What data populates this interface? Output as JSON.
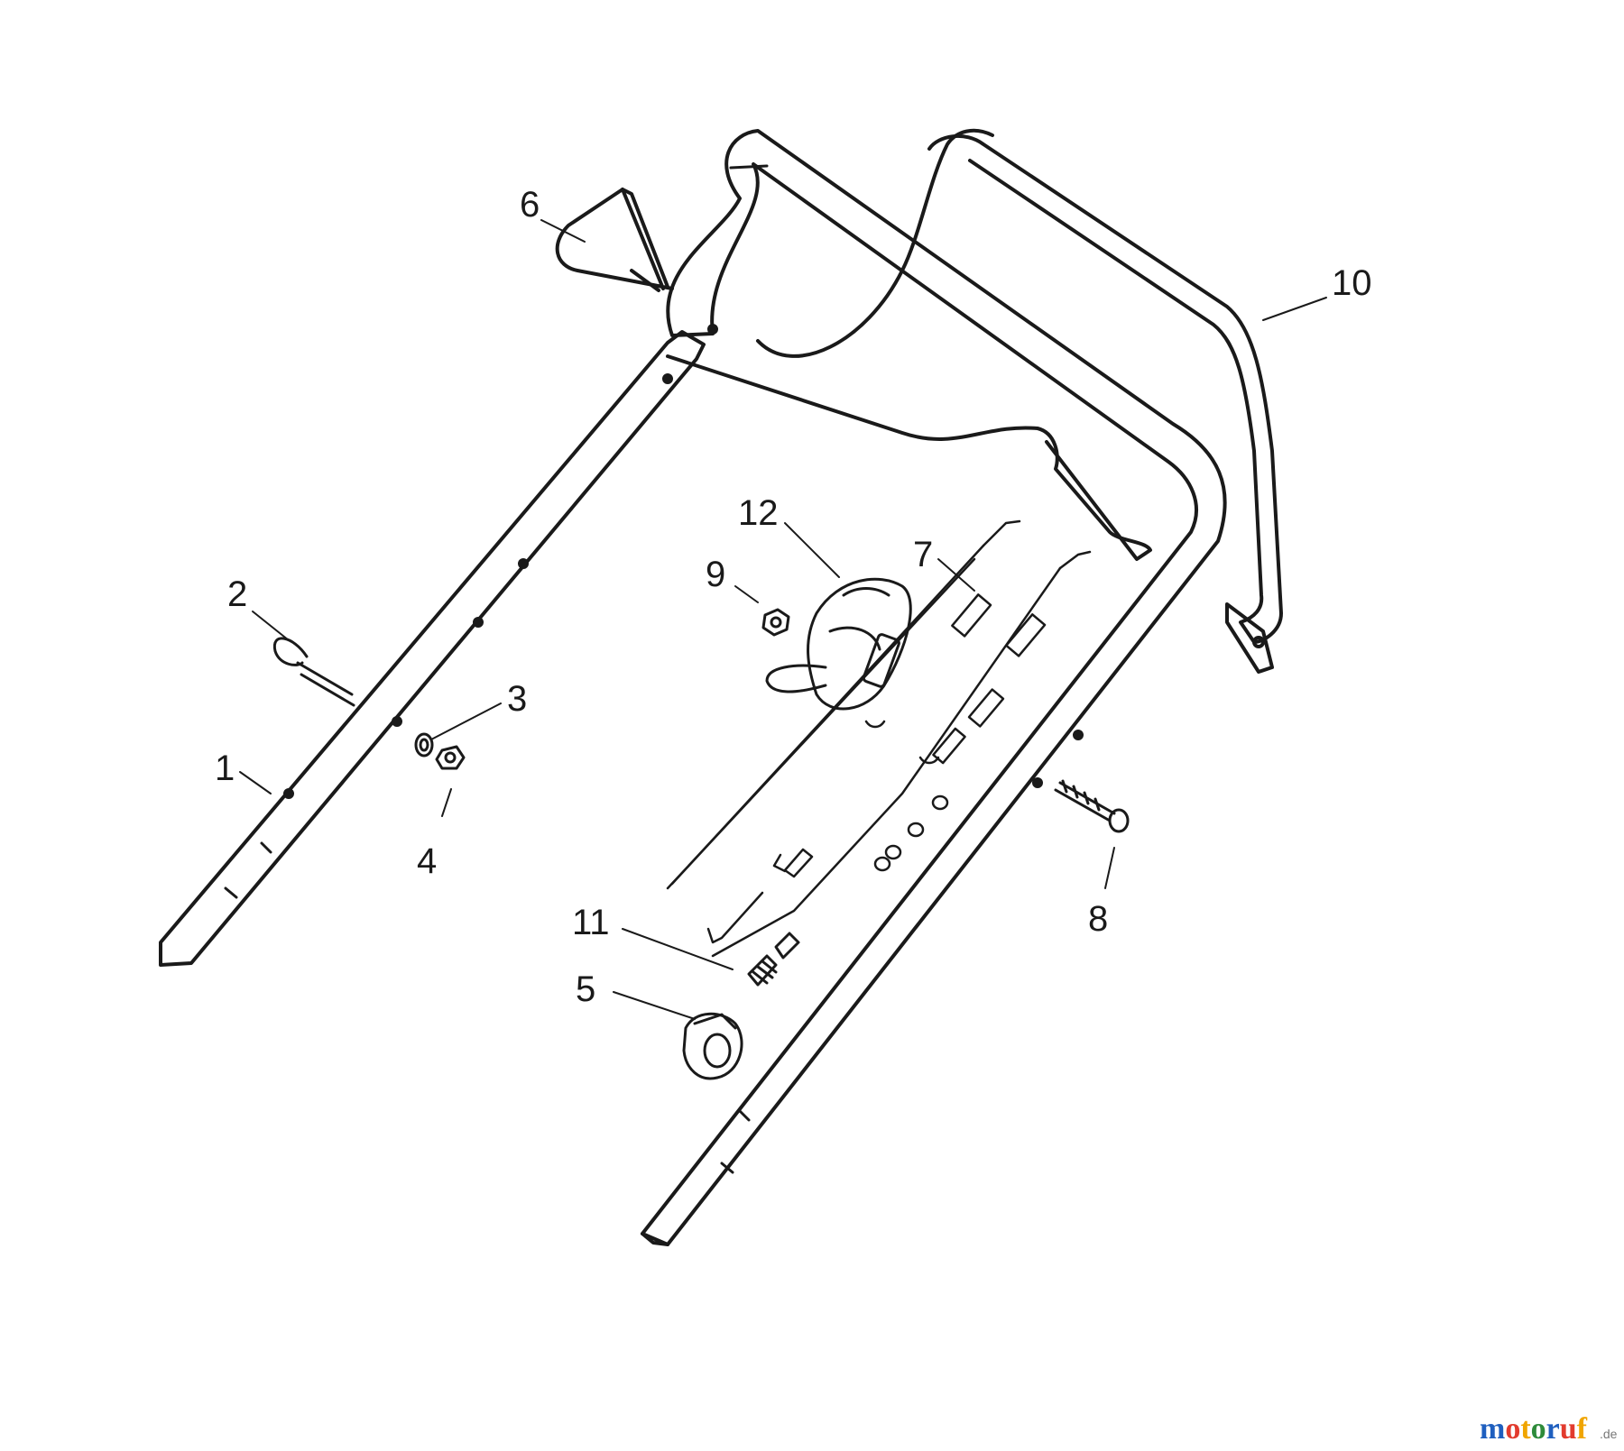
{
  "callouts": [
    {
      "label": "1"
    },
    {
      "label": "2"
    },
    {
      "label": "3"
    },
    {
      "label": "4"
    },
    {
      "label": "5"
    },
    {
      "label": "6"
    },
    {
      "label": "7"
    },
    {
      "label": "8"
    },
    {
      "label": "9"
    },
    {
      "label": "10"
    },
    {
      "label": "11"
    },
    {
      "label": "12"
    }
  ],
  "watermark": {
    "text": "motoruf",
    "suffix": ".de",
    "letter_colors": [
      "#1f5fbf",
      "#e23b2e",
      "#f0a500",
      "#2e8b3a",
      "#1f5fbf",
      "#e23b2e",
      "#f0a500"
    ]
  },
  "colors": {
    "line": "#1a1a1a",
    "background": "#ffffff"
  }
}
